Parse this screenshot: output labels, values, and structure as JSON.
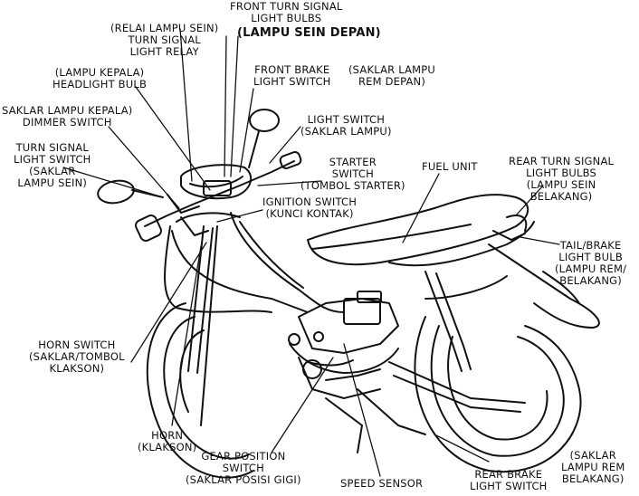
{
  "diagram": {
    "labels": {
      "front_turn_signal_bulbs": "FRONT TURN SIGNAL\nLIGHT BULBS",
      "lampu_sein_depan": "(LAMPU SEIN DEPAN)",
      "relai_lampu_sein": "(RELAI LAMPU SEIN)\nTURN SIGNAL\nLIGHT RELAY",
      "lampu_kepala": "(LAMPU KEPALA)\nHEADLIGHT BULB",
      "front_brake_switch": "FRONT BRAKE\nLIGHT SWITCH",
      "saklar_lampu_rem_depan": "(SAKLAR LAMPU\nREM DEPAN)",
      "saklar_lampu_kepala": "SAKLAR LAMPU KEPALA)\nDIMMER SWITCH",
      "light_switch": "LIGHT SWITCH\n(SAKLAR LAMPU)",
      "turn_signal_switch": "TURN SIGNAL\nLIGHT SWITCH\n(SAKLAR\nLAMPU SEIN)",
      "starter_switch": "STARTER\nSWITCH\n(TOMBOL STARTER)",
      "fuel_unit": "FUEL UNIT",
      "rear_turn_signal": "REAR TURN SIGNAL\nLIGHT BULBS\n(LAMPU SEIN\nBELAKANG)",
      "ignition_switch": "IGNITION SWITCH\n(KUNCI KONTAK)",
      "tail_brake_bulb": "TAIL/BRAKE\nLIGHT BULB\n(LAMPU REM/\nBELAKANG)",
      "horn_switch": "HORN SWITCH\n(SAKLAR/TOMBOL\nKLAKSON)",
      "horn": "HORN\n(KLAKSON)",
      "gear_position_switch": "GEAR POSITION\nSWITCH\n(SAKLAR POSISI GIGI)",
      "speed_sensor": "SPEED SENSOR",
      "rear_brake_switch": "REAR BRAKE\nLIGHT SWITCH",
      "saklar_lampu_rem_belakang": "(SAKLAR\nLAMPU REM\nBELAKANG)"
    }
  }
}
